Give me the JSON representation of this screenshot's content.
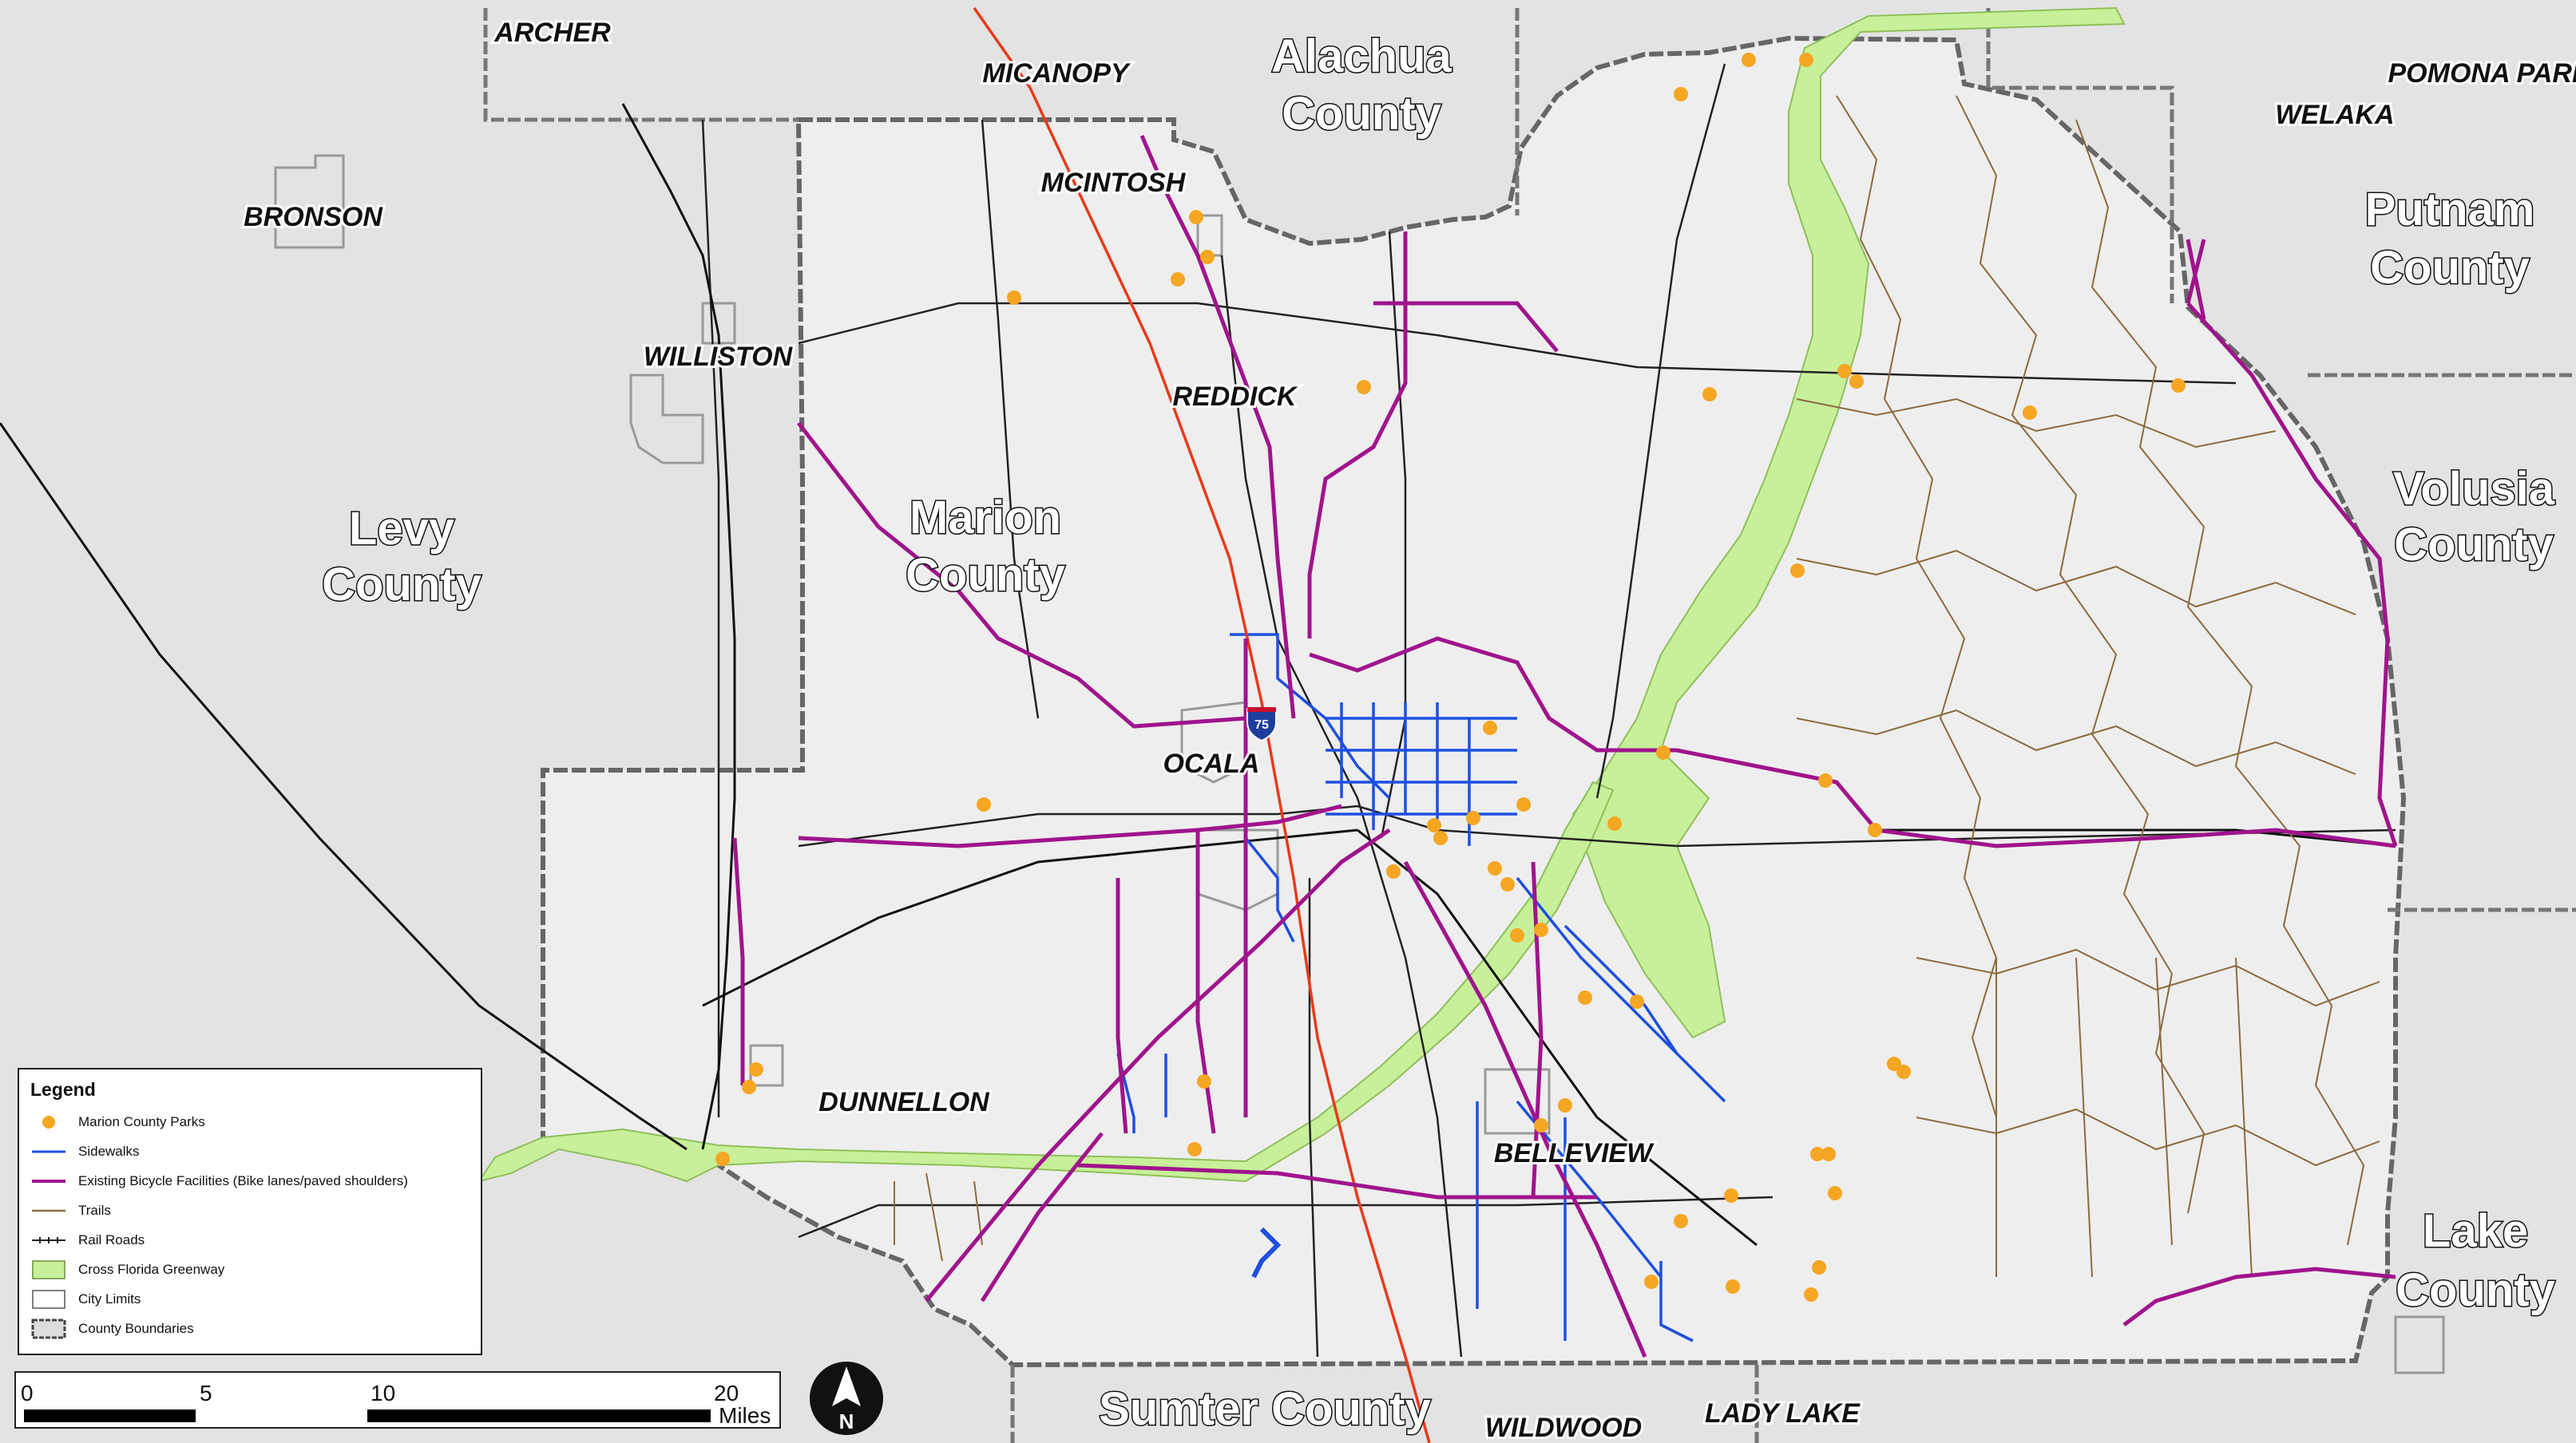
{
  "colors": {
    "parks": "#f5a623",
    "sidewalks": "#1f4fe0",
    "bicycle": "#a0148c",
    "trails": "#8b6a3e",
    "railroads": "#222222",
    "greenway": "#c8f09a",
    "interstate": "#e83a1a",
    "background": "#e3e3e3",
    "county_fill": "#eeeeee"
  },
  "county_labels": {
    "alachua": [
      "Alachua",
      "County"
    ],
    "levy": [
      "Levy",
      "County"
    ],
    "marion": [
      "Marion",
      "County"
    ],
    "putnam": [
      "Putnam",
      "County"
    ],
    "volusia": [
      "Volusia",
      "County"
    ],
    "lake": [
      "Lake",
      "County"
    ],
    "sumter": "Sumter County"
  },
  "city_labels": {
    "archer": "ARCHER",
    "micanopy": "MICANOPY",
    "pomona_park": "POMONA PARK",
    "welaka": "WELAKA",
    "bronson": "BRONSON",
    "mcintosh": "MCINTOSH",
    "williston": "WILLISTON",
    "reddick": "REDDICK",
    "ocala": "OCALA",
    "dunnellon": "DUNNELLON",
    "belleview": "BELLEVIEW",
    "wildwood": "WILDWOOD",
    "lady_lake": "LADY LAKE"
  },
  "shield": "75",
  "legend": {
    "title": "Legend",
    "items": [
      {
        "label": "Marion County Parks",
        "symbol": "park-dot"
      },
      {
        "label": "Sidewalks",
        "symbol": "sidewalk-line"
      },
      {
        "label": "Existing Bicycle Facilities (Bike lanes/paved shoulders)",
        "symbol": "bicycle-line"
      },
      {
        "label": "Trails",
        "symbol": "trail-line"
      },
      {
        "label": "Rail Roads",
        "symbol": "rail-line"
      },
      {
        "label": "Cross Florida Greenway",
        "symbol": "greenway-fill"
      },
      {
        "label": "City Limits",
        "symbol": "city-box"
      },
      {
        "label": "County Boundaries",
        "symbol": "county-box"
      }
    ]
  },
  "scale": {
    "ticks": [
      "0",
      "5",
      "10",
      "20"
    ],
    "unit": "Miles"
  },
  "north_label": "N"
}
